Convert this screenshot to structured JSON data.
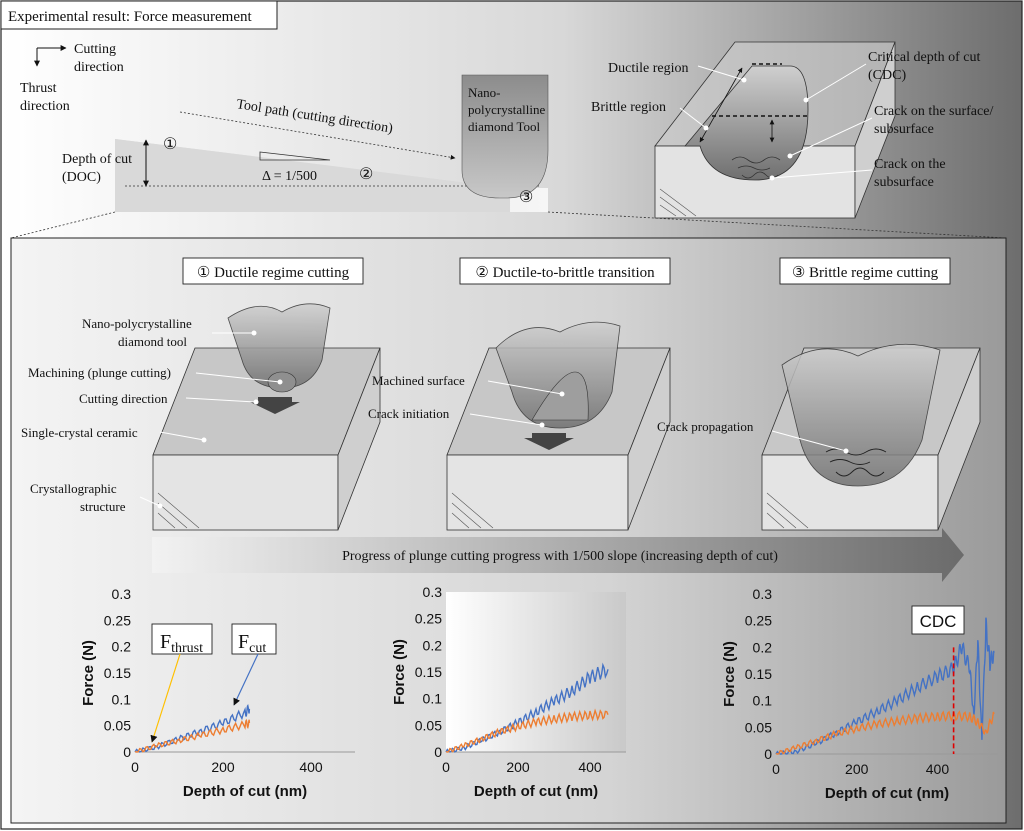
{
  "title": "Experimental result:  Force measurement",
  "top": {
    "axes": {
      "cutting": "Cutting",
      "cutting2": "direction",
      "thrust": "Thrust",
      "thrust2": "direction"
    },
    "tool_path": "Tool path (cutting direction)",
    "tool_label": [
      "Nano-",
      "polycrystalline",
      "diamond Tool"
    ],
    "doc": [
      "Depth of cut",
      "(DOC)"
    ],
    "slope": "Δ = 1/500",
    "markers": [
      "①",
      "②",
      "③"
    ]
  },
  "inset": {
    "ductile": "Ductile region",
    "brittle": "Brittle region",
    "cdc": [
      "Critical depth of cut",
      "(CDC)"
    ],
    "crack_surface": [
      "Crack on the surface/",
      "subsurface"
    ],
    "crack_sub": [
      "Crack on the",
      "subsurface"
    ]
  },
  "stages": [
    {
      "label": "① Ductile regime cutting"
    },
    {
      "label": "② Ductile-to-brittle transition"
    },
    {
      "label": "③ Brittle regime cutting"
    }
  ],
  "stage_labels": {
    "tool": [
      "Nano-polycrystalline",
      "diamond tool"
    ],
    "machining": "Machining (plunge cutting)",
    "direction": "Cutting direction",
    "ceramic": "Single-crystal ceramic",
    "crystal": [
      "Crystallographic",
      "structure"
    ],
    "machined_surface": "Machined surface",
    "crack_init": "Crack initiation",
    "crack_prop": "Crack propagation"
  },
  "progress": "Progress of plunge cutting progress with 1/500 slope (increasing depth of cut)",
  "legend": {
    "thrust": "F",
    "thrust_sub": "thrust",
    "cut": "F",
    "cut_sub": "cut",
    "cdc": "CDC"
  },
  "colors": {
    "cut": "#4472C4",
    "thrust": "#ED7D31",
    "cdc_line": "#E00000",
    "thrust_arrow": "#FFC000"
  },
  "chart_data": [
    {
      "type": "line",
      "xlabel": "Depth of cut (nm)",
      "ylabel": "Force (N)",
      "xlim": [
        0,
        500
      ],
      "ylim": [
        0,
        0.3
      ],
      "xticks": [
        "0",
        "200",
        "400"
      ],
      "yticks": [
        "0",
        "0.05",
        "0.1",
        "0.15",
        "0.2",
        "0.25",
        "0.3"
      ],
      "series": [
        {
          "name": "Fcut",
          "x": [
            0,
            50,
            100,
            150,
            200,
            250,
            260
          ],
          "y": [
            0,
            0.01,
            0.025,
            0.04,
            0.055,
            0.075,
            0.082
          ]
        },
        {
          "name": "Fthrust",
          "x": [
            0,
            50,
            100,
            150,
            200,
            250,
            260
          ],
          "y": [
            0,
            0.012,
            0.022,
            0.032,
            0.042,
            0.052,
            0.055
          ]
        }
      ]
    },
    {
      "type": "line",
      "xlabel": "Depth of cut (nm)",
      "ylabel": "Force (N)",
      "xlim": [
        0,
        500
      ],
      "ylim": [
        0,
        0.3
      ],
      "xticks": [
        "0",
        "200",
        "400"
      ],
      "yticks": [
        "0",
        "0.05",
        "0.1",
        "0.15",
        "0.2",
        "0.25",
        "0.3"
      ],
      "series": [
        {
          "name": "Fcut",
          "x": [
            0,
            50,
            100,
            150,
            200,
            250,
            300,
            350,
            400,
            450
          ],
          "y": [
            0,
            0.008,
            0.022,
            0.038,
            0.055,
            0.075,
            0.095,
            0.115,
            0.14,
            0.155
          ]
        },
        {
          "name": "Fthrust",
          "x": [
            0,
            50,
            100,
            150,
            200,
            250,
            300,
            350,
            400,
            450
          ],
          "y": [
            0,
            0.012,
            0.025,
            0.038,
            0.048,
            0.056,
            0.062,
            0.066,
            0.069,
            0.07
          ]
        }
      ]
    },
    {
      "type": "line",
      "xlabel": "Depth of cut (nm)",
      "ylabel": "Force (N)",
      "xlim": [
        0,
        550
      ],
      "ylim": [
        0,
        0.3
      ],
      "xticks": [
        "0",
        "200",
        "400"
      ],
      "yticks": [
        "0",
        "0.05",
        "0.1",
        "0.15",
        "0.2",
        "0.25",
        "0.3"
      ],
      "cdc_x": 440,
      "series": [
        {
          "name": "Fcut",
          "x": [
            0,
            50,
            100,
            150,
            200,
            250,
            300,
            350,
            400,
            440,
            460,
            480,
            490,
            500,
            510,
            520,
            530,
            540
          ],
          "y": [
            0,
            0.005,
            0.02,
            0.04,
            0.06,
            0.08,
            0.1,
            0.125,
            0.145,
            0.16,
            0.2,
            0.16,
            0.07,
            0.21,
            0.03,
            0.24,
            0.17,
            0.19
          ]
        },
        {
          "name": "Fthrust",
          "x": [
            0,
            50,
            100,
            150,
            200,
            250,
            300,
            350,
            400,
            440,
            480,
            500,
            520,
            540
          ],
          "y": [
            0,
            0.012,
            0.025,
            0.038,
            0.048,
            0.056,
            0.062,
            0.067,
            0.07,
            0.072,
            0.07,
            0.06,
            0.04,
            0.075
          ]
        }
      ]
    }
  ]
}
